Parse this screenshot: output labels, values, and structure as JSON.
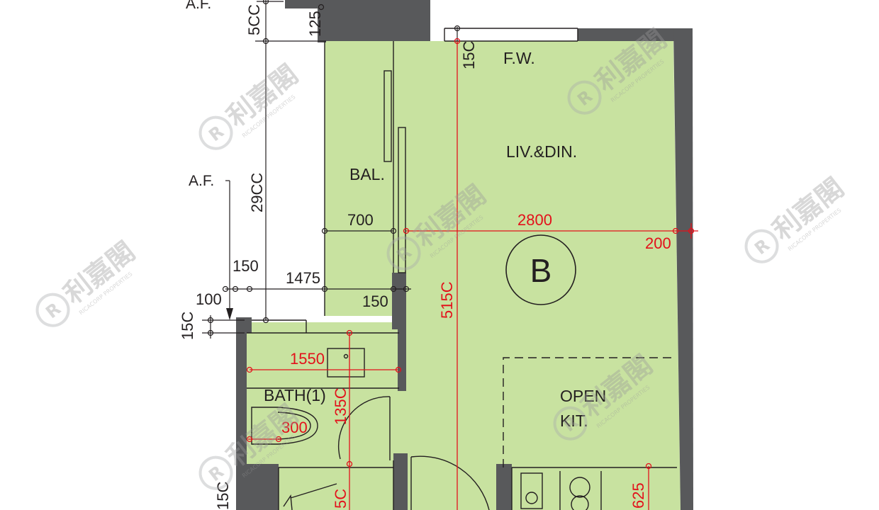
{
  "colors": {
    "floor": "#c8e2a0",
    "wall": "#58595b",
    "dimension_red": "#e3111b",
    "line": "#231f20",
    "watermark": "#a7a9ac"
  },
  "rooms": {
    "living": "LIV.&DIN.",
    "balcony": "BAL.",
    "bathroom": "BATH(1)",
    "kitchen_line1": "OPEN",
    "kitchen_line2": "KIT.",
    "fixed_window": "F.W.",
    "unit": "B"
  },
  "annotations": {
    "af_top": "A.F.",
    "af_mid": "A.F."
  },
  "dimensions": {
    "d_500": "5CC",
    "d_125": "125",
    "d_150_top": "15C",
    "d_2900": "29CC",
    "d_700": "700",
    "d_2800": "2800",
    "d_200": "200",
    "d_150a": "150",
    "d_1475": "1475",
    "d_100": "100",
    "d_150b": "150",
    "d_150_left": "15C",
    "d_5150": "515C",
    "d_1550": "1550",
    "d_1350": "135C",
    "d_300": "300",
    "d_625": "625",
    "d_150_bot": "15C",
    "d_50_bot": "5C"
  },
  "watermark": {
    "chinese": "利嘉閣",
    "english": "RICACORP PROPERTIES",
    "logo_letter": "R"
  }
}
